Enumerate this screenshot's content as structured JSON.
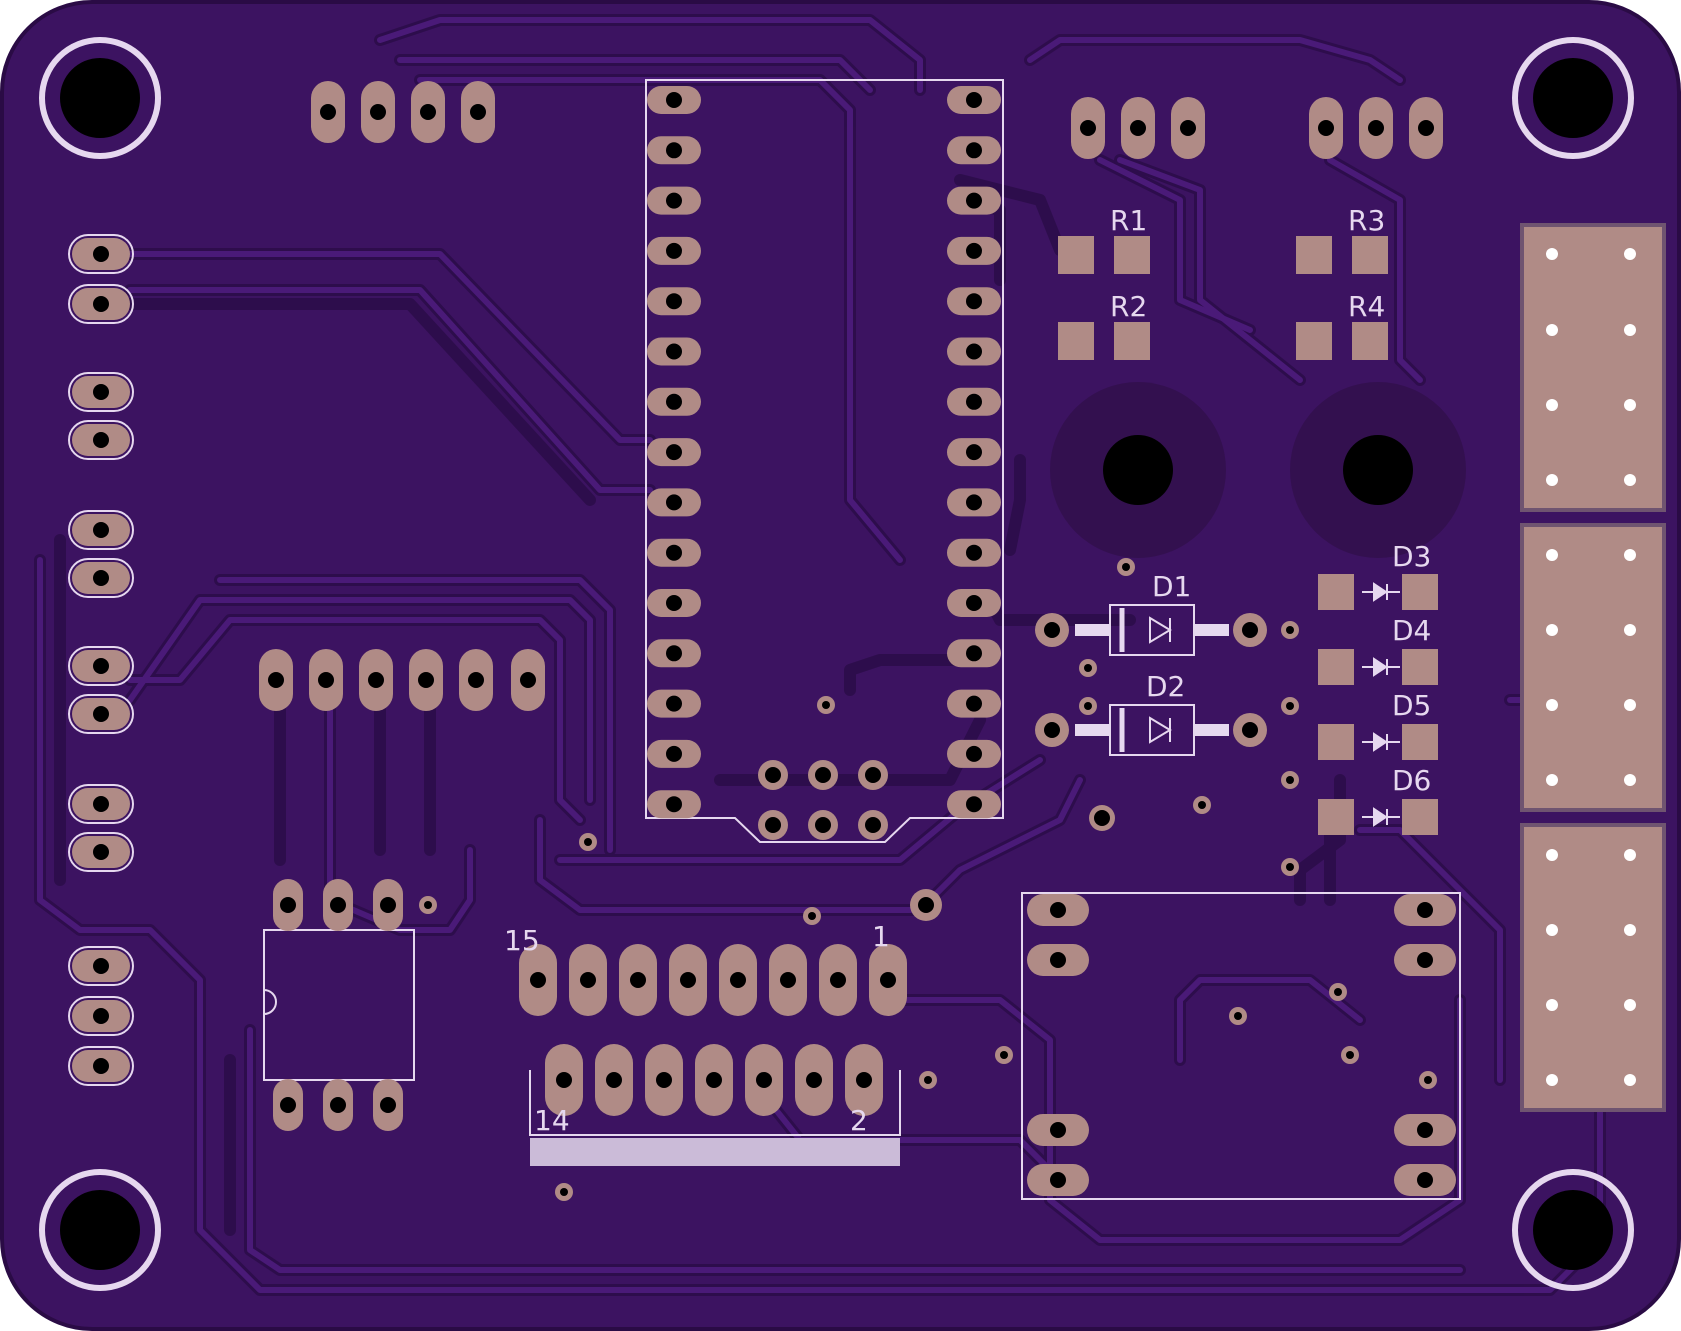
{
  "colors": {
    "board": "#3c1361",
    "board_edge": "#2a0b45",
    "trace": "#4a1a78",
    "trace_edge": "#2c0d4a",
    "pad": "#b08b86",
    "silk": "#e6d8ef",
    "hole": "#000000"
  },
  "labels": {
    "r1": "R1",
    "r2": "R2",
    "r3": "R3",
    "r4": "R4",
    "d1": "D1",
    "d2": "D2",
    "d3": "D3",
    "d4": "D4",
    "d5": "D5",
    "d6": "D6",
    "header_pin_15": "15",
    "header_pin_1": "1",
    "header_pin_14": "14",
    "header_pin_2": "2"
  }
}
